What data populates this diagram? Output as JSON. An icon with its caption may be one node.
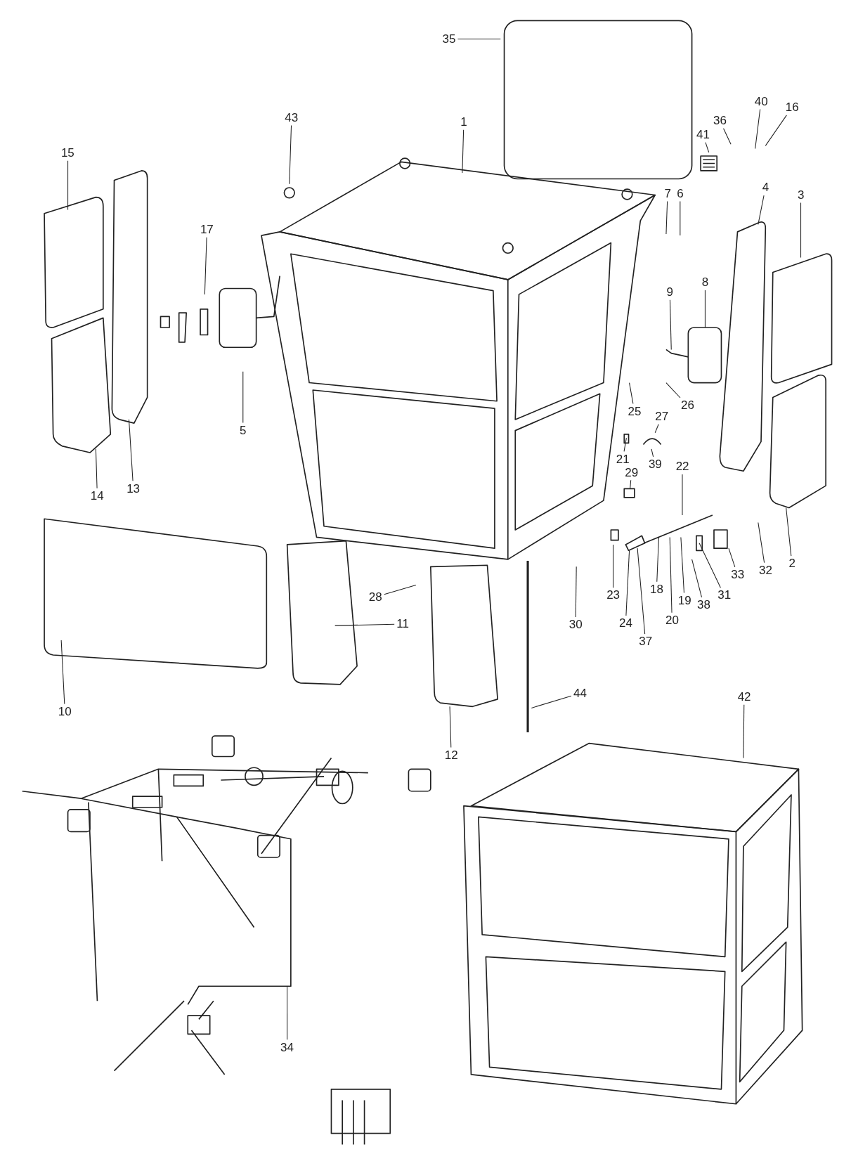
{
  "diagram": {
    "nodes": [
      {
        "text": [
          "35"
        ]
      },
      {
        "text": [
          "40"
        ]
      },
      {
        "text": [
          "16"
        ]
      },
      {
        "text": [
          "43"
        ]
      },
      {
        "text": [
          "1"
        ]
      },
      {
        "text": [
          "36"
        ]
      },
      {
        "text": [
          "41"
        ]
      },
      {
        "text": [
          "15"
        ]
      },
      {
        "text": [
          "4"
        ]
      },
      {
        "text": [
          "7"
        ]
      },
      {
        "text": [
          "6"
        ]
      },
      {
        "text": [
          "3"
        ]
      },
      {
        "text": [
          "17"
        ]
      },
      {
        "text": [
          "8"
        ]
      },
      {
        "text": [
          "9"
        ]
      },
      {
        "text": [
          "26"
        ]
      },
      {
        "text": [
          "25"
        ]
      },
      {
        "text": [
          "27"
        ]
      },
      {
        "text": [
          "5"
        ]
      },
      {
        "text": [
          "21"
        ]
      },
      {
        "text": [
          "39"
        ]
      },
      {
        "text": [
          "22"
        ]
      },
      {
        "text": [
          "29"
        ]
      },
      {
        "text": [
          "13"
        ]
      },
      {
        "text": [
          "14"
        ]
      },
      {
        "text": [
          "2"
        ]
      },
      {
        "text": [
          "32"
        ]
      },
      {
        "text": [
          "33"
        ]
      },
      {
        "text": [
          "18"
        ]
      },
      {
        "text": [
          "31"
        ]
      },
      {
        "text": [
          "23"
        ]
      },
      {
        "text": [
          "28"
        ]
      },
      {
        "text": [
          "19"
        ]
      },
      {
        "text": [
          "38"
        ]
      },
      {
        "text": [
          "20"
        ]
      },
      {
        "text": [
          "24"
        ]
      },
      {
        "text": [
          "11"
        ]
      },
      {
        "text": [
          "30"
        ]
      },
      {
        "text": [
          "37"
        ]
      },
      {
        "text": [
          "44"
        ]
      },
      {
        "text": [
          "42"
        ]
      },
      {
        "text": [
          "10"
        ]
      },
      {
        "text": [
          "12"
        ]
      },
      {
        "text": [
          "34"
        ]
      }
    ],
    "edges": [
      {
        "from": 0,
        "to": null,
        "arrow": "none"
      },
      {
        "from": 1,
        "to": null,
        "arrow": "none"
      },
      {
        "from": 2,
        "to": null,
        "arrow": "none"
      },
      {
        "from": 3,
        "to": null,
        "arrow": "none"
      },
      {
        "from": 4,
        "to": null,
        "arrow": "none"
      },
      {
        "from": 5,
        "to": null,
        "arrow": "none"
      },
      {
        "from": 6,
        "to": null,
        "arrow": "none"
      },
      {
        "from": 7,
        "to": null,
        "arrow": "none"
      },
      {
        "from": 8,
        "to": null,
        "arrow": "none"
      },
      {
        "from": 9,
        "to": null,
        "arrow": "none"
      },
      {
        "from": 10,
        "to": null,
        "arrow": "none"
      },
      {
        "from": 11,
        "to": null,
        "arrow": "none"
      },
      {
        "from": 12,
        "to": null,
        "arrow": "none"
      },
      {
        "from": 13,
        "to": null,
        "arrow": "none"
      },
      {
        "from": 14,
        "to": null,
        "arrow": "none"
      },
      {
        "from": 15,
        "to": null,
        "arrow": "none"
      },
      {
        "from": 16,
        "to": null,
        "arrow": "none"
      },
      {
        "from": 17,
        "to": null,
        "arrow": "none"
      },
      {
        "from": 18,
        "to": null,
        "arrow": "none"
      },
      {
        "from": 19,
        "to": null,
        "arrow": "none"
      },
      {
        "from": 20,
        "to": null,
        "arrow": "none"
      },
      {
        "from": 21,
        "to": null,
        "arrow": "none"
      },
      {
        "from": 22,
        "to": null,
        "arrow": "none"
      },
      {
        "from": 23,
        "to": null,
        "arrow": "none"
      },
      {
        "from": 24,
        "to": null,
        "arrow": "none"
      },
      {
        "from": 25,
        "to": null,
        "arrow": "none"
      },
      {
        "from": 26,
        "to": null,
        "arrow": "none"
      },
      {
        "from": 27,
        "to": null,
        "arrow": "none"
      },
      {
        "from": 28,
        "to": null,
        "arrow": "none"
      },
      {
        "from": 29,
        "to": null,
        "arrow": "none"
      },
      {
        "from": 30,
        "to": null,
        "arrow": "none"
      },
      {
        "from": 31,
        "to": null,
        "arrow": "none"
      },
      {
        "from": 32,
        "to": null,
        "arrow": "none"
      },
      {
        "from": 33,
        "to": null,
        "arrow": "none"
      },
      {
        "from": 34,
        "to": null,
        "arrow": "none"
      },
      {
        "from": 35,
        "to": null,
        "arrow": "none"
      },
      {
        "from": 36,
        "to": null,
        "arrow": "none"
      },
      {
        "from": 37,
        "to": null,
        "arrow": "none"
      },
      {
        "from": 38,
        "to": null,
        "arrow": "none"
      },
      {
        "from": 39,
        "to": null,
        "arrow": "none"
      },
      {
        "from": 40,
        "to": null,
        "arrow": "none"
      },
      {
        "from": 41,
        "to": null,
        "arrow": "none"
      },
      {
        "from": 42,
        "to": null,
        "arrow": "none"
      },
      {
        "from": 43,
        "to": null,
        "arrow": "none"
      }
    ]
  }
}
